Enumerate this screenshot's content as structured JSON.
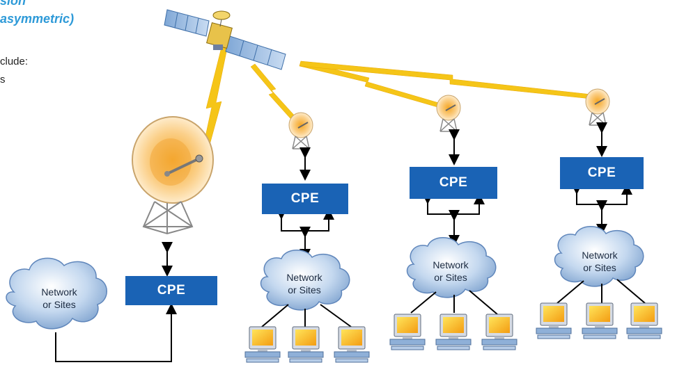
{
  "heading": {
    "line1": "sion",
    "line2": "asymmetric)"
  },
  "body_text": {
    "line1": "clude:",
    "line2": "s"
  },
  "cpe_label": "CPE",
  "cloud": {
    "line1": "Network",
    "line2": "or Sites"
  },
  "colors": {
    "cpe_fill": "#1a63b5",
    "cloud_fill": "#a9c6e6",
    "lightning": "#f5c518",
    "heading": "#2e9ad8"
  },
  "icons": [
    "satellite-icon",
    "large-dish-icon",
    "small-dish-icon",
    "lightning-icon",
    "computer-icon",
    "cloud-icon",
    "bidirectional-arrow-icon"
  ]
}
